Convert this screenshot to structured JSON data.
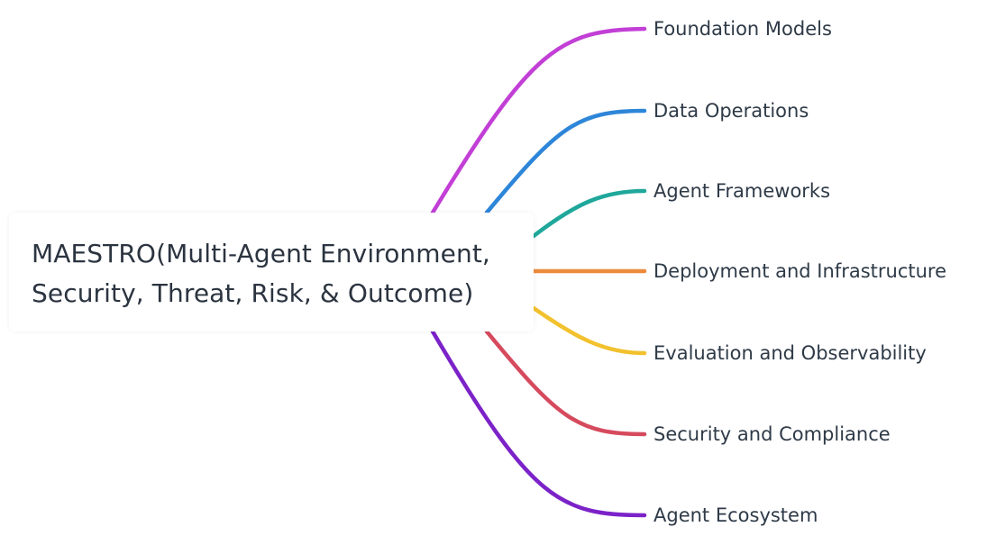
{
  "central": {
    "line1": "MAESTRO(Multi-Agent Environment,",
    "line2": "Security, Threat, Risk, & Outcome)"
  },
  "branches": [
    {
      "label": "Foundation Models",
      "color": "#c23fd6"
    },
    {
      "label": "Data Operations",
      "color": "#2e86d9"
    },
    {
      "label": "Agent Frameworks",
      "color": "#1ea79a"
    },
    {
      "label": "Deployment and Infrastructure",
      "color": "#ec8a3c"
    },
    {
      "label": "Evaluation and Observability",
      "color": "#f2c12e"
    },
    {
      "label": "Security and Compliance",
      "color": "#d64a5e"
    },
    {
      "label": "Agent Ecosystem",
      "color": "#7b22c8"
    }
  ]
}
